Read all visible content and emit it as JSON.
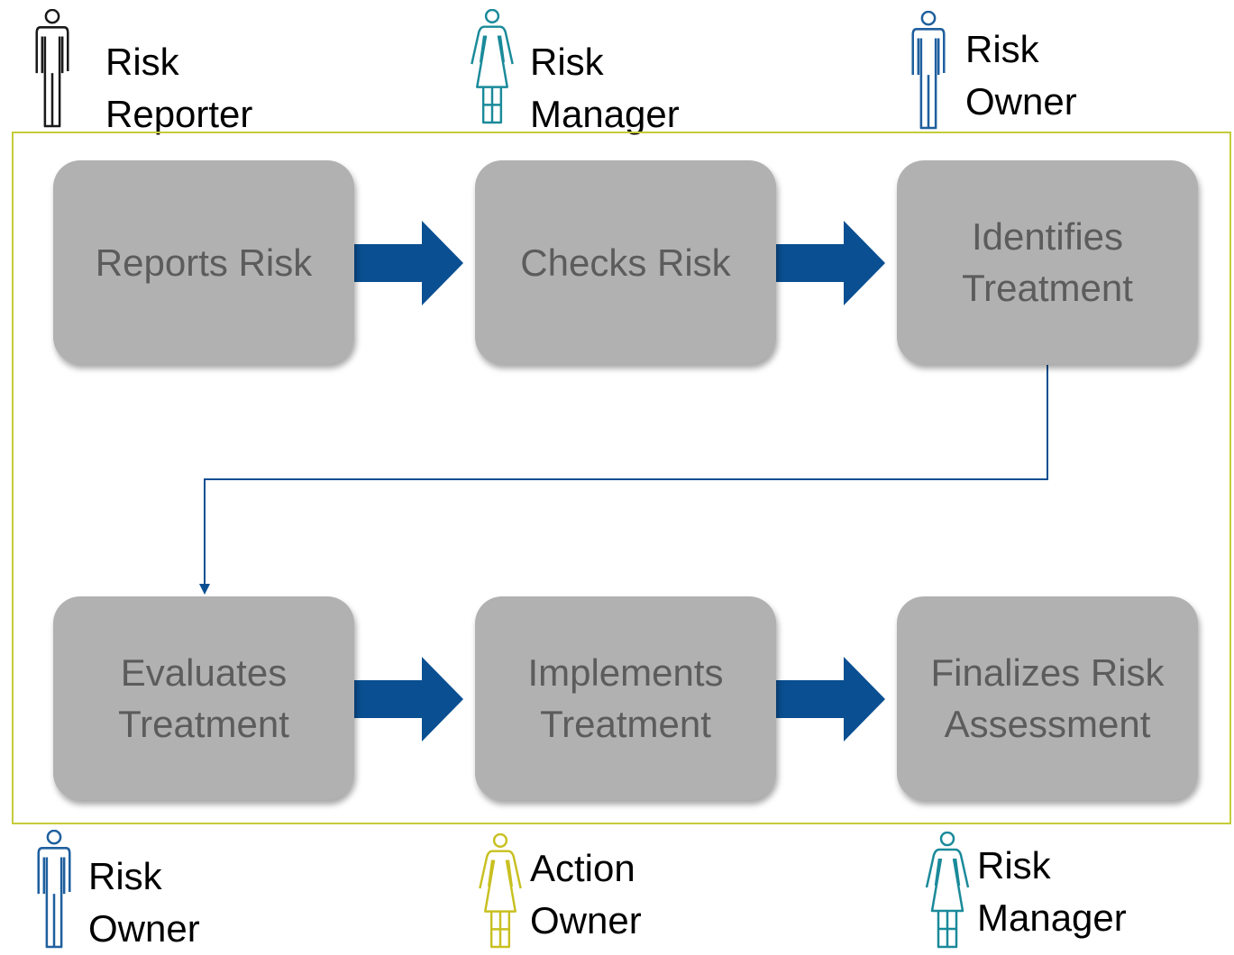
{
  "colors": {
    "frame": "#c5cc3a",
    "box_fill": "#b1b1b1",
    "box_text": "#5c5c5c",
    "arrow": "#0a4f91",
    "connector": "#0a4f91",
    "actor_black": "#1a1a1a",
    "actor_teal": "#1a8a9a",
    "actor_blue": "#1f5f9e",
    "actor_yellow": "#c8c020"
  },
  "steps": [
    {
      "label": "Reports Risk"
    },
    {
      "label": "Checks Risk"
    },
    {
      "label": "Identifies\nTreatment"
    },
    {
      "label": "Evaluates\nTreatment"
    },
    {
      "label": "Implements\nTreatment"
    },
    {
      "label": "Finalizes Risk\nAssessment"
    }
  ],
  "actors": [
    {
      "label": "Risk\nReporter",
      "figure": "male-person-icon",
      "color": "#1a1a1a"
    },
    {
      "label": "Risk Manager",
      "figure": "female-person-icon",
      "color": "#1a8a9a"
    },
    {
      "label": "Risk Owner",
      "figure": "male-person-icon",
      "color": "#1f5f9e"
    },
    {
      "label": "Risk Owner",
      "figure": "male-person-icon",
      "color": "#1f5f9e"
    },
    {
      "label": "Action Owner",
      "figure": "female-person-icon",
      "color": "#c8c020"
    },
    {
      "label": "Risk Manager",
      "figure": "female-person-icon",
      "color": "#1a8a9a"
    }
  ]
}
